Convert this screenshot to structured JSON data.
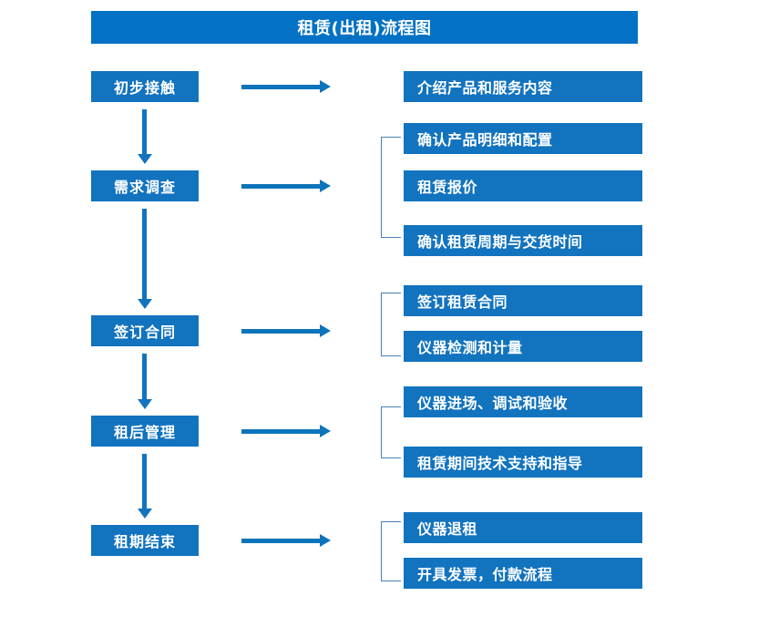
{
  "document": {
    "title": "租赁(出租)流程图",
    "type": "flowchart"
  },
  "theme": {
    "title_bar_color": "#0372c4",
    "box_color": "#1273bf",
    "arrow_color": "#0c74ba",
    "bracket_color": "#4a7fb5",
    "text_color": "#ffffff",
    "background_color": "#ffffff"
  },
  "stages": [
    {
      "id": "stage-1",
      "label": "初步接触"
    },
    {
      "id": "stage-2",
      "label": "需求调查"
    },
    {
      "id": "stage-3",
      "label": "签订合同"
    },
    {
      "id": "stage-4",
      "label": "租后管理"
    },
    {
      "id": "stage-5",
      "label": "租期结束"
    }
  ],
  "details": {
    "group_1": [
      {
        "label": "介绍产品和服务内容"
      }
    ],
    "group_2": [
      {
        "label": "确认产品明细和配置"
      },
      {
        "label": "租赁报价"
      },
      {
        "label": "确认租赁周期与交货时间"
      }
    ],
    "group_3": [
      {
        "label": "签订租赁合同"
      },
      {
        "label": "仪器检测和计量"
      }
    ],
    "group_4": [
      {
        "label": "仪器进场、调试和验收"
      },
      {
        "label": "租赁期间技术支持和指导"
      }
    ],
    "group_5": [
      {
        "label": "仪器退租"
      },
      {
        "label": "开具发票，付款流程"
      }
    ]
  },
  "connectors": {
    "horizontal_arrow_count": 5,
    "vertical_arrow_count": 4,
    "bracket_count": 4
  }
}
